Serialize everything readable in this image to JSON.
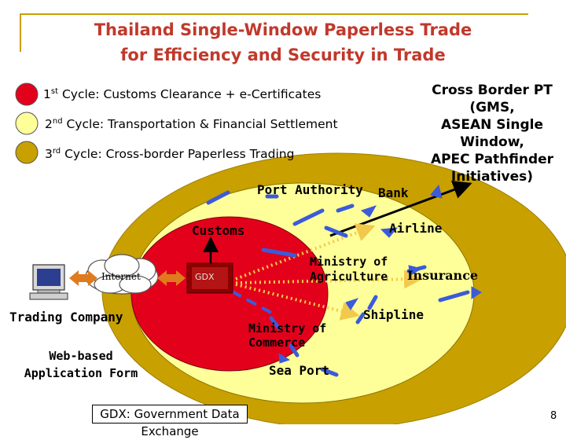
{
  "title": {
    "line1": "Thailand Single-Window Paperless Trade",
    "line2": "for Efficiency and Security in Trade"
  },
  "legend": [
    {
      "num": "1",
      "sup": "st",
      "text": " Cycle: Customs Clearance + e-Certificates",
      "color": "#e3001b"
    },
    {
      "num": "2",
      "sup": "nd",
      "text": " Cycle: Transportation & Financial Settlement",
      "color": "#ffff99"
    },
    {
      "num": "3",
      "sup": "rd",
      "text": " Cycle: Cross-border Paperless Trading",
      "color": "#c8a000"
    }
  ],
  "cross_border": {
    "line1": "Cross Border PT",
    "line2": "(GMS,",
    "line3": "ASEAN Single",
    "line4": "Window,",
    "line5": "APEC Pathfinder",
    "line6": "Initiatives)"
  },
  "nodes": {
    "port_authority": "Port Authority",
    "bank": "Bank",
    "customs": "Customs",
    "airline": "Airline",
    "ministry_agri_1": "Ministry of",
    "ministry_agri_2": "Agriculture",
    "insurance": "Insurance",
    "gdx": "GDX",
    "internet": "Internet",
    "trading_company": "Trading Company",
    "web_form_1": "Web-based",
    "web_form_2": "Application Form",
    "ministry_comm_1": "Ministry of",
    "ministry_comm_2": "Commerce",
    "shipline": "Shipline",
    "sea_port": "Sea Port"
  },
  "footer": "GDX: Government Data Exchange",
  "page_number": "8",
  "colors": {
    "outer_ellipse": "#c8a000",
    "middle_ellipse": "#ffff99",
    "inner_ellipse": "#e3001b",
    "arrow_blue": "#3b5bd9",
    "arrow_dotted": "#f2c94c",
    "internet_arrow": "#e07a1f",
    "title": "#c0392b"
  }
}
